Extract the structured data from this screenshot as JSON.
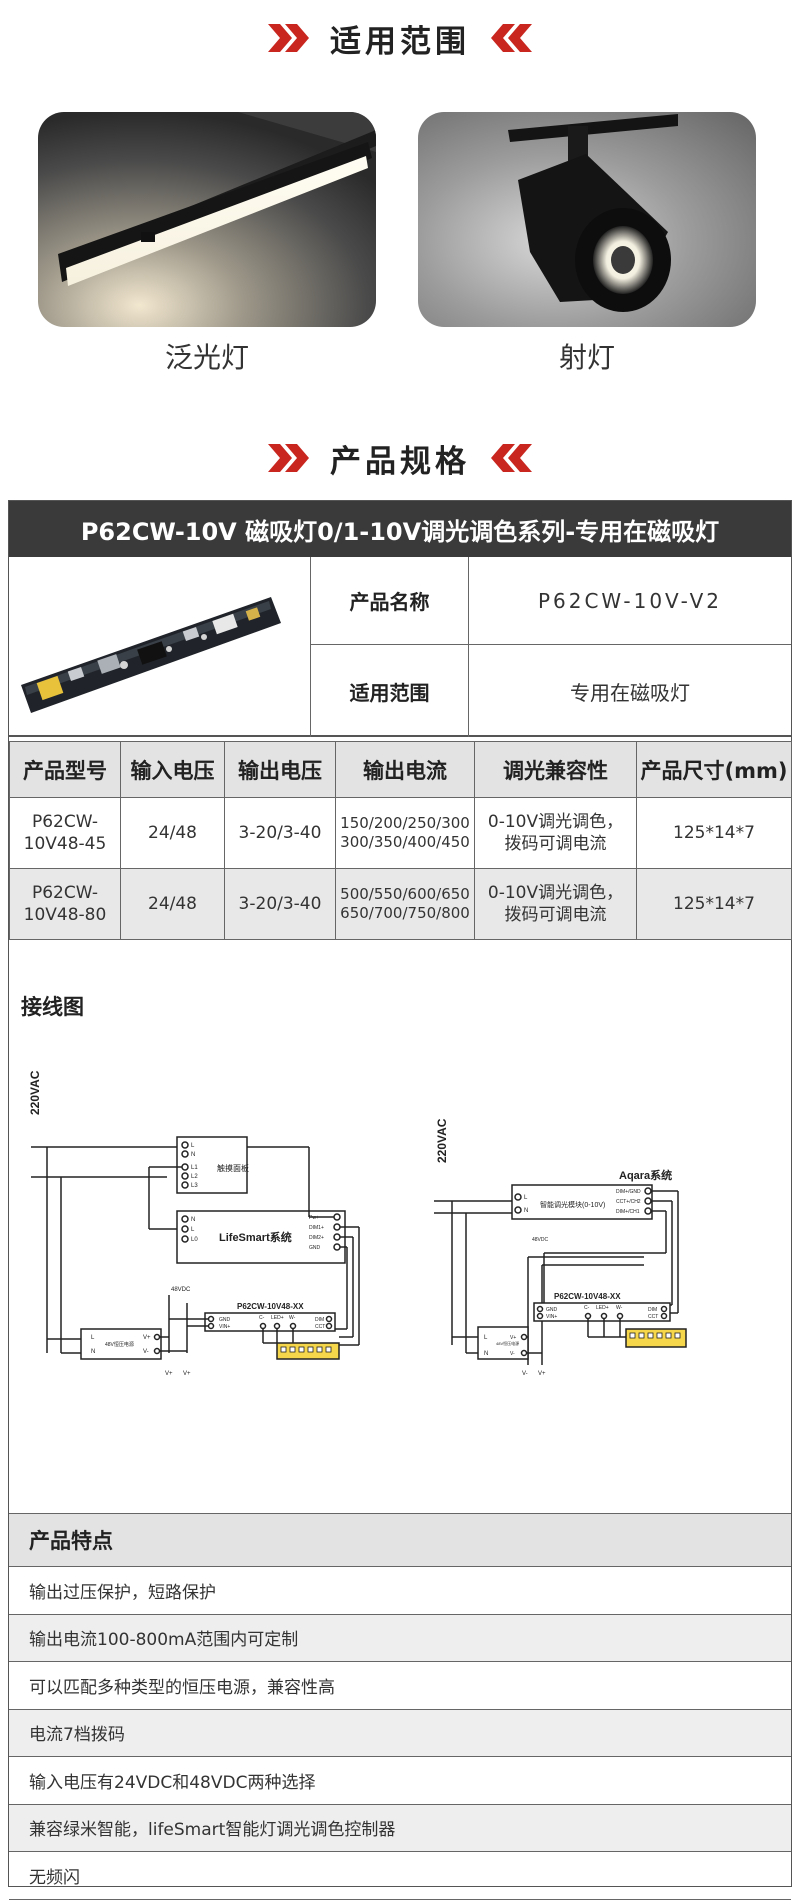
{
  "section1": {
    "title": "适用范围"
  },
  "applications": [
    {
      "label": "泛光灯",
      "icon": "linear-flood-light"
    },
    {
      "label": "射灯",
      "icon": "track-spot-light"
    }
  ],
  "section2": {
    "title": "产品规格"
  },
  "spec": {
    "heading": "P62CW-10V 磁吸灯0/1-10V调光调色系列-专用在磁吸灯",
    "product_image": "pcb-driver-board",
    "rows": [
      {
        "label": "产品名称",
        "value": "P62CW-10V-V2"
      },
      {
        "label": "适用范围",
        "value": "专用在磁吸灯"
      }
    ]
  },
  "table": {
    "headers": [
      "产品型号",
      "输入电压",
      "输出电压",
      "输出电流",
      "调光兼容性",
      "产品尺寸(mm)"
    ],
    "rows": [
      {
        "model": "P62CW-10V48-45",
        "vin": "24/48",
        "vout": "3-20/3-40",
        "current": "150/200/250/300 300/350/400/450",
        "dimming": "0-10V调光调色，拨码可调电流",
        "size": "125*14*7"
      },
      {
        "model": "P62CW-10V48-80",
        "vin": "24/48",
        "vout": "3-20/3-40",
        "current": "500/550/600/650 650/700/750/800",
        "dimming": "0-10V调光调色，拨码可调电流",
        "size": "125*14*7"
      }
    ]
  },
  "wiring": {
    "title": "接线图",
    "left": {
      "vac": "220VAC",
      "panel": "触摸面板",
      "panel_pins": [
        "L",
        "N",
        "L1",
        "L2",
        "L3"
      ],
      "system": "LifeSmart系统",
      "system_in": [
        "N",
        "L",
        "L0"
      ],
      "system_out": [
        "Pw+",
        "DIM1+",
        "DIM2+",
        "GND"
      ],
      "dc": "48VDC",
      "psu": "48V恒压电源",
      "psu_in": [
        "L",
        "N"
      ],
      "psu_out": [
        "V+",
        "V-"
      ],
      "driver": "P62CW-10V48-XX",
      "driver_in": [
        "GND",
        "VIN+"
      ],
      "driver_led": [
        "C-",
        "LED+",
        "W-"
      ],
      "driver_dim": [
        "DIM",
        "CCT"
      ],
      "bottom": [
        "V+",
        "V+"
      ]
    },
    "right": {
      "vac": "220VAC",
      "system": "Aqara系统",
      "module": "智能调光模块(0-10V)",
      "module_in": [
        "L",
        "N"
      ],
      "module_out": [
        "DIM+/GND",
        "CCT+/CH2",
        "DIM+/CH1"
      ],
      "dc": "48VDC",
      "psu": "48V恒压电源",
      "psu_in": [
        "L",
        "N"
      ],
      "psu_out": [
        "V+",
        "V-"
      ],
      "driver": "P62CW-10V48-XX",
      "driver_in": [
        "GND",
        "VIN+"
      ],
      "driver_led": [
        "C-",
        "LED+",
        "W-"
      ],
      "driver_dim": [
        "DIM",
        "CCT"
      ],
      "bottom": [
        "V-",
        "V+"
      ]
    }
  },
  "features": {
    "title": "产品特点",
    "items": [
      "输出过压保护，短路保护",
      "输出电流100-800mA范围内可定制",
      "可以匹配多种类型的恒压电源，兼容性高",
      "电流7档拨码",
      "输入电压有24VDC和48VDC两种选择",
      "兼容绿米智能，lifeSmart智能灯调光调色控制器",
      "无频闪"
    ]
  },
  "colors": {
    "accent": "#c8261e",
    "header_bg": "#3a3a3a",
    "cell_bg": "#e3e3e3"
  }
}
